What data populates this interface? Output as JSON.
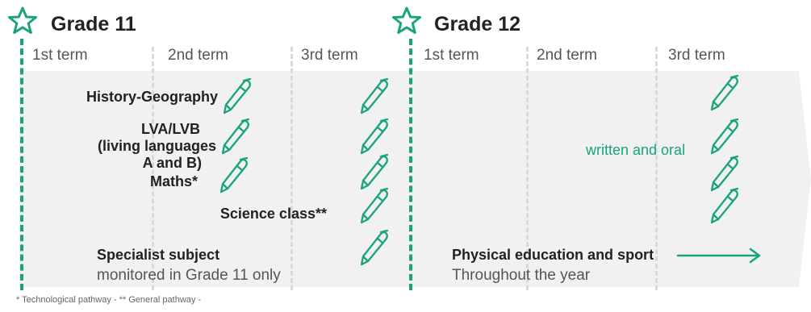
{
  "grades": [
    {
      "title": "Grade 11",
      "terms": [
        "1st term",
        "2nd term",
        "3rd term"
      ]
    },
    {
      "title": "Grade 12",
      "terms": [
        "1st term",
        "2nd term",
        "3rd term"
      ]
    }
  ],
  "subjects": {
    "history_geography": "History-Geography",
    "lva_line1": "LVA/LVB",
    "lva_line2": "(living languages",
    "lva_line3": "A and B)",
    "maths": "Maths*",
    "science": "Science class**",
    "specialist_title": "Specialist subject",
    "specialist_note": "monitored in Grade 11 only",
    "pe_title": "Physical education and sport",
    "pe_note": "Throughout the year",
    "written_oral": "written and oral"
  },
  "footnote": "* Technological pathway - ** General pathway -",
  "colors": {
    "accent": "#1aa37e",
    "band": "#f1f1f1",
    "divider": "#d9d9d9"
  },
  "icons": {
    "grade": "star-outline-icon",
    "exam": "pen-icon",
    "arrow": "right-arrow-icon"
  }
}
